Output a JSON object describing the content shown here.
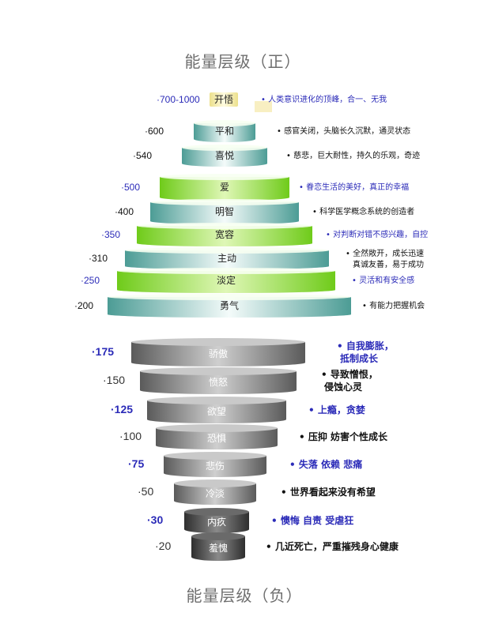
{
  "title_positive": "能量层级（正）",
  "title_negative": "能量层级（负）",
  "colors": {
    "green": "#7ed321",
    "teal": "#5aa7a0",
    "gold": "#f3e49a",
    "gray": "#6f6f6f",
    "dark": "#3c3c3c",
    "blue_text": "#2b2bb8",
    "black_text": "#111111"
  },
  "positive_levels": [
    {
      "score": "·700-1000",
      "label": "开悟",
      "desc": [
        "• 人类意识进化的顶峰，合一、无我"
      ],
      "style": "gold",
      "emph": true
    },
    {
      "score": "·600",
      "label": "平和",
      "desc": [
        "• 感官关闭，头脑长久沉默，通灵状态"
      ],
      "style": "teal",
      "emph": false
    },
    {
      "score": "·540",
      "label": "喜悦",
      "desc": [
        "• 慈悲，巨大耐性，持久的乐观，奇迹"
      ],
      "style": "teal",
      "emph": false
    },
    {
      "score": "·500",
      "label": "爱",
      "desc": [
        "• 眷恋生活的美好，真正的幸福"
      ],
      "style": "green",
      "emph": true
    },
    {
      "score": "·400",
      "label": "明智",
      "desc": [
        "• 科学医学概念系统的创造者"
      ],
      "style": "teal",
      "emph": false
    },
    {
      "score": "·350",
      "label": "宽容",
      "desc": [
        "• 对判断对错不感兴趣，自控"
      ],
      "style": "green",
      "emph": true
    },
    {
      "score": "·310",
      "label": "主动",
      "desc": [
        "• 全然敞开，成长迅速",
        "真诚友善，易于成功"
      ],
      "style": "teal",
      "emph": false
    },
    {
      "score": "·250",
      "label": "淡定",
      "desc": [
        "• 灵活和有安全感"
      ],
      "style": "green",
      "emph": true
    },
    {
      "score": "·200",
      "label": "勇气",
      "desc": [
        "• 有能力把握机会"
      ],
      "style": "teal",
      "emph": false
    }
  ],
  "negative_levels": [
    {
      "score": "·175",
      "label": "骄傲",
      "desc": [
        "• 自我膨胀，",
        "抵制成长"
      ],
      "emph": true
    },
    {
      "score": "·150",
      "label": "愤怒",
      "desc": [
        "• 导致憎恨，",
        "侵蚀心灵"
      ],
      "emph": false
    },
    {
      "score": "·125",
      "label": "欲望",
      "desc": [
        "• 上瘾，贪婪"
      ],
      "emph": true
    },
    {
      "score": "·100",
      "label": "恐惧",
      "desc": [
        "• 压抑 妨害个性成长"
      ],
      "emph": false
    },
    {
      "score": "·75",
      "label": "悲伤",
      "desc": [
        "• 失落 依赖 悲痛"
      ],
      "emph": true
    },
    {
      "score": "·50",
      "label": "冷淡",
      "desc": [
        "• 世界看起来没有希望"
      ],
      "emph": false
    },
    {
      "score": "·30",
      "label": "内疚",
      "desc": [
        "• 懊悔 自责 受虐狂"
      ],
      "emph": true
    },
    {
      "score": "·20",
      "label": "羞愧",
      "desc": [
        "• 几近死亡，严重摧残身心健康"
      ],
      "emph": false
    }
  ]
}
